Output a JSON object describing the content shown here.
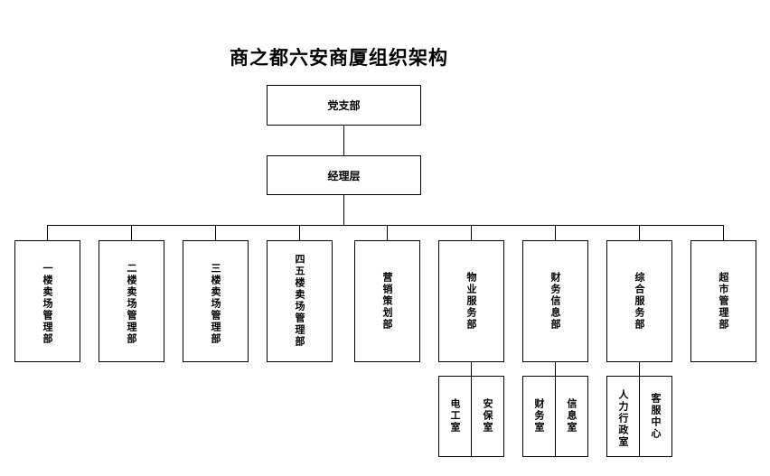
{
  "title": "商之都六安商厦组织架构",
  "top": {
    "party": "党支部",
    "management": "经理层"
  },
  "departments": [
    {
      "label": "一楼卖场管理部"
    },
    {
      "label": "二楼卖场管理部"
    },
    {
      "label": "三楼卖场管理部"
    },
    {
      "label": "四五楼卖场管理部"
    },
    {
      "label": "营销策划部"
    },
    {
      "label": "物业服务部"
    },
    {
      "label": "财务信息部"
    },
    {
      "label": "综合服务部"
    },
    {
      "label": "超市管理部"
    }
  ],
  "sub_units": {
    "property": [
      "电工室",
      "安保室"
    ],
    "finance": [
      "财务室",
      "信息室"
    ],
    "general": [
      "人力行政室",
      "客服中心"
    ]
  }
}
